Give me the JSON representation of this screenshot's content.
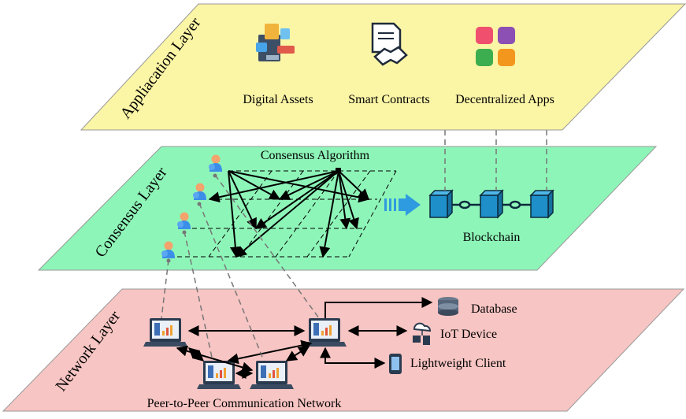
{
  "layers": {
    "application": {
      "title": "Appliacation Layer",
      "fill": "#fbf5a6",
      "items": [
        {
          "label": "Digital Assets",
          "icon": "digital-assets-icon"
        },
        {
          "label": "Smart Contracts",
          "icon": "contract-handshake-icon"
        },
        {
          "label": "Decentralized Apps",
          "icon": "apps-grid-icon"
        }
      ]
    },
    "consensus": {
      "title": "Consensus Layer",
      "fill": "#8ef5b8",
      "algorithm_label": "Consensus Algorithm",
      "blockchain_label": "Blockchain",
      "block_color": "#1e8fc9",
      "arrow_color": "#2e9be0"
    },
    "network": {
      "title": "Network Layer",
      "fill": "#f7c5c3",
      "p2p_label": "Peer-to-Peer Communication Network",
      "resources": [
        {
          "label": "Database",
          "icon": "database-icon"
        },
        {
          "label": "IoT Device",
          "icon": "iot-device-icon"
        },
        {
          "label": "Lightweight Client",
          "icon": "mobile-client-icon"
        }
      ]
    }
  }
}
